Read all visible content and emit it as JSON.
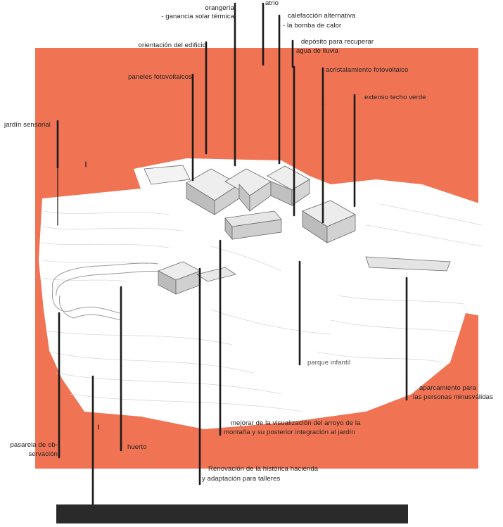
{
  "colors": {
    "background": "#f07454",
    "ink": "#222222",
    "bar": "#2a2a2a"
  },
  "labels": {
    "orangeria_1": "orangería",
    "orangeria_2": "- ganancia solar térmica",
    "atrio": "atrio",
    "calefaccion_1": "calefacción alternativa",
    "calefaccion_2": "- la bomba de calor",
    "deposito_1": "depósito para recuperar",
    "deposito_2": "agua de lluvia",
    "orientacion": "orientación del edificio",
    "acristalamiento": "acristalamiento fotovoltaico",
    "paneles": "paneles fotovoltaicos",
    "techo_verde": "extenso techo verde",
    "jardin_sensorial": "jardín sensorial",
    "parque_infantil": "parque infantil",
    "aparcamiento_1": "aparcamiento para",
    "aparcamiento_2": "las personas minusválidas",
    "arroyo_1": "mejorar de la visualización del arroyo de la",
    "arroyo_2": "montaña y su posterior integración al jardín",
    "pasarela_1": "pasarela de ob-",
    "pasarela_2": "servación",
    "huerto": "huerto",
    "hacienda_1": "Renovación de la histórica hacienda",
    "hacienda_2": "y adaptación para talleres"
  }
}
